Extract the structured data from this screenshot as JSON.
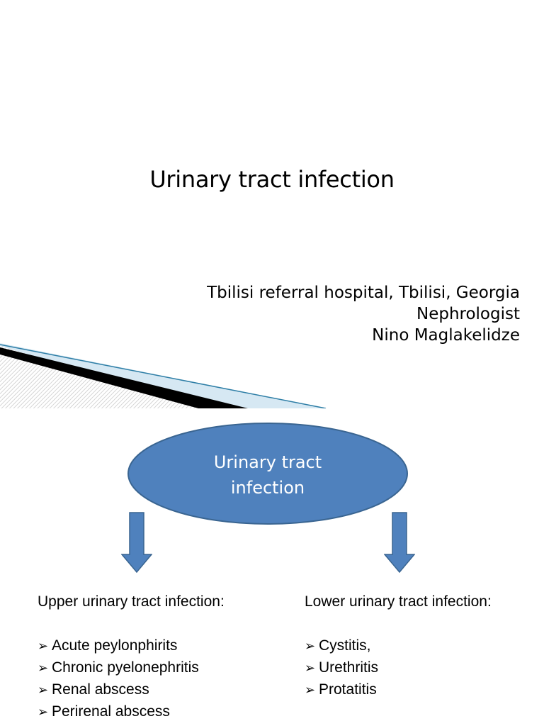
{
  "slide1": {
    "title": "Urinary tract infection",
    "byline": [
      "Tbilisi referral hospital, Tbilisi, Georgia",
      "Nephrologist",
      "Nino Maglakelidze"
    ],
    "colors": {
      "decor_black": "#000000",
      "decor_light_blue": "#d6e8f3",
      "decor_line": "#2e7ea6",
      "decor_hatch": "#c8c8c8"
    }
  },
  "slide2": {
    "central_node": {
      "line1": "Urinary tract",
      "line2": "infection",
      "fill": "#4f81bd",
      "stroke": "#3a6591"
    },
    "arrow_color": "#4f81bd",
    "bullet_glyph": "➢",
    "upper": {
      "heading": "Upper urinary tract infection:",
      "items": [
        "Acute peylonphirits",
        "Chronic pyelonephritis",
        "Renal abscess",
        "Perirenal abscess"
      ]
    },
    "lower": {
      "heading": "Lower urinary tract infection:",
      "items": [
        "Cystitis,",
        "Urethritis",
        "Protatitis"
      ]
    }
  }
}
